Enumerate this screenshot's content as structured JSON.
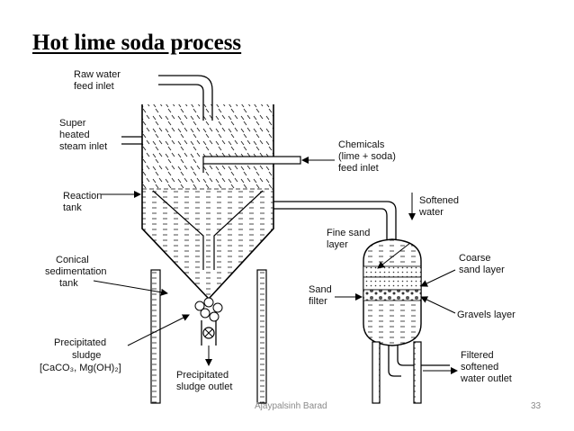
{
  "title": "Hot lime soda process",
  "labels": {
    "raw_water_1": "Raw water",
    "raw_water_2": "feed inlet",
    "steam_1": "Super",
    "steam_2": "heated",
    "steam_3": "steam inlet",
    "chemicals_1": "Chemicals",
    "chemicals_2": "(lime + soda)",
    "chemicals_3": "feed inlet",
    "reaction_1": "Reaction",
    "reaction_2": "tank",
    "softened_1": "Softened",
    "softened_2": "water",
    "fine_sand_1": "Fine sand",
    "fine_sand_2": "layer",
    "coarse_1": "Coarse",
    "coarse_2": "sand layer",
    "sand_filter_1": "Sand",
    "sand_filter_2": "filter",
    "gravels": "Gravels layer",
    "conical_1": "Conical",
    "conical_2": "sedimentation",
    "conical_3": "tank",
    "sludge_1": "Precipitated",
    "sludge_2": "sludge",
    "sludge_3": "[CaCO₃, Mg(OH)₂]",
    "sludge_outlet_1": "Precipitated",
    "sludge_outlet_2": "sludge outlet",
    "filtered_1": "Filtered",
    "filtered_2": "softened",
    "filtered_3": "water outlet"
  },
  "footer": {
    "author": "Ajaypalsinh Barad",
    "page": "33"
  }
}
